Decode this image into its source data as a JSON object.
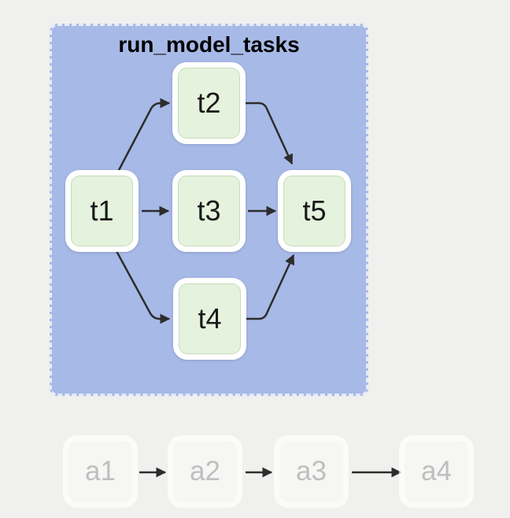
{
  "cluster": {
    "title": "run_model_tasks"
  },
  "diagram": {
    "nodes": [
      {
        "id": "t1",
        "label": "t1"
      },
      {
        "id": "t2",
        "label": "t2"
      },
      {
        "id": "t3",
        "label": "t3"
      },
      {
        "id": "t4",
        "label": "t4"
      },
      {
        "id": "t5",
        "label": "t5"
      }
    ],
    "edges": [
      {
        "from": "t1",
        "to": "t2"
      },
      {
        "from": "t1",
        "to": "t3"
      },
      {
        "from": "t1",
        "to": "t4"
      },
      {
        "from": "t2",
        "to": "t5"
      },
      {
        "from": "t3",
        "to": "t5"
      },
      {
        "from": "t4",
        "to": "t5"
      }
    ]
  },
  "ghost_flow": {
    "nodes": [
      {
        "id": "a1",
        "label": "a1"
      },
      {
        "id": "a2",
        "label": "a2"
      },
      {
        "id": "a3",
        "label": "a3"
      },
      {
        "id": "a4",
        "label": "a4"
      }
    ],
    "edges": [
      {
        "from": "a1",
        "to": "a2"
      },
      {
        "from": "a2",
        "to": "a3"
      },
      {
        "from": "a3",
        "to": "a4"
      }
    ]
  },
  "colors": {
    "page_bg": "#f0f0ee",
    "cluster_fill": "#a7b9e6",
    "cluster_border": "#e7ecf8",
    "node_fill": "#e5f2dd",
    "node_border": "#ffffff",
    "node_text": "#1a1a1a",
    "title_text": "#000000",
    "arrow": "#2d2d2d",
    "ghost_text": "#bfbfbf"
  }
}
